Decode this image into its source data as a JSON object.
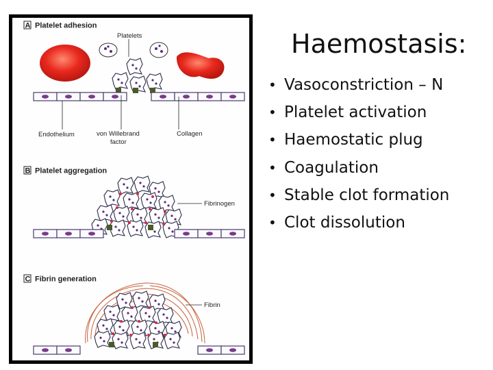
{
  "slide": {
    "title": "Haemostasis:",
    "bullets": [
      "Vasoconstriction – N",
      "Platelet activation",
      "Haemostatic plug",
      "Coagulation",
      "Stable clot formation",
      "Clot dissolution"
    ]
  },
  "figure": {
    "panel_a": {
      "letter": "A",
      "title": "Platelet adhesion"
    },
    "panel_b": {
      "letter": "B",
      "title": "Platelet aggregation"
    },
    "panel_c": {
      "letter": "C",
      "title": "Fibrin generation"
    },
    "labels": {
      "platelets": "Platelets",
      "endothelium": "Endothelium",
      "vwf_line1": "von Willebrand",
      "vwf_line2": "factor",
      "collagen": "Collagen",
      "fibrinogen": "Fibrinogen",
      "fibrin": "Fibrin"
    }
  },
  "colors": {
    "red_cell": "#e8281e",
    "platelet": "#ffffff",
    "granule": "#5a2a7a",
    "vwf": "#4a5a2a",
    "fibrin": "#c8603a"
  }
}
